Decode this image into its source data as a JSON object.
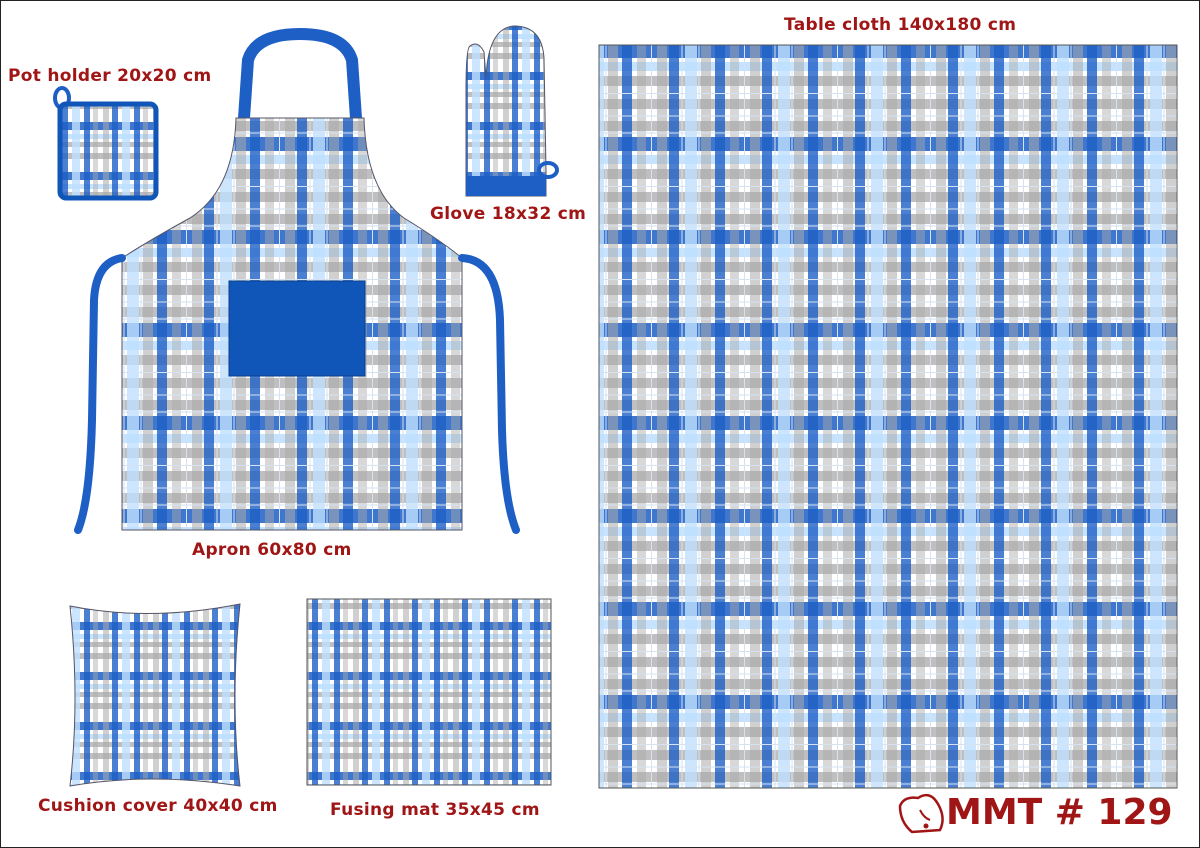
{
  "items": {
    "pot_holder": "Pot holder 20x20 cm",
    "glove": "Glove 18x32 cm",
    "apron": "Apron 60x80 cm",
    "table_cloth": "Table cloth 140x180 cm",
    "cushion": "Cushion cover 40x40 cm",
    "fusing_mat": "Fusing mat 35x45 cm"
  },
  "logo": {
    "text": "MMT # 129"
  },
  "colors": {
    "label": "#a01515",
    "blue": "#1e5fc6",
    "dark_blue": "#1055b8",
    "light_blue": "#bfe0ff",
    "gray": "#a9a9a9",
    "white": "#ffffff"
  }
}
